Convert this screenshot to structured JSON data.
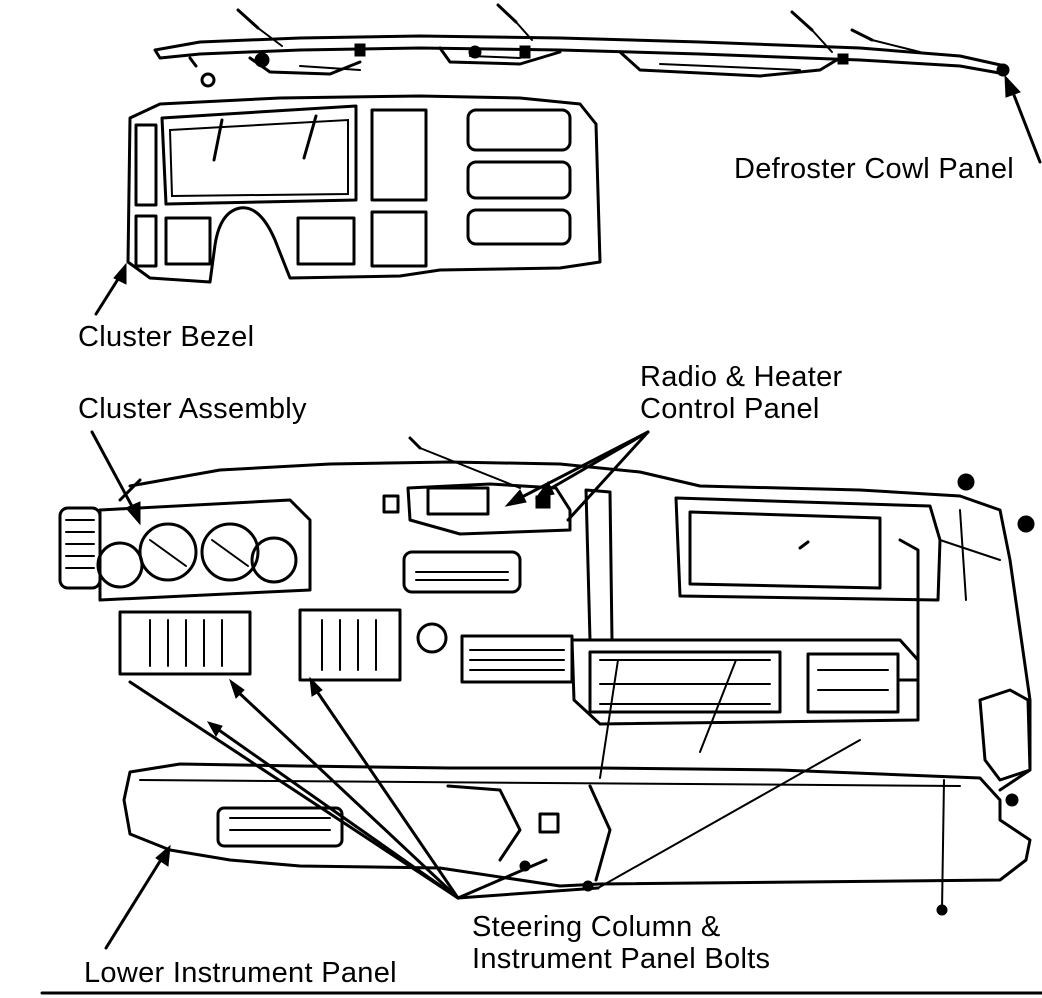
{
  "labels": {
    "defroster_cowl_panel": "Defroster Cowl Panel",
    "cluster_bezel": "Cluster Bezel",
    "cluster_assembly": "Cluster Assembly",
    "radio_heater_line1": "Radio & Heater",
    "radio_heater_line2": "Control Panel",
    "steering_bolts_line1": "Steering Column &",
    "steering_bolts_line2": "Instrument Panel Bolts",
    "lower_instrument_panel": "Lower Instrument Panel"
  }
}
